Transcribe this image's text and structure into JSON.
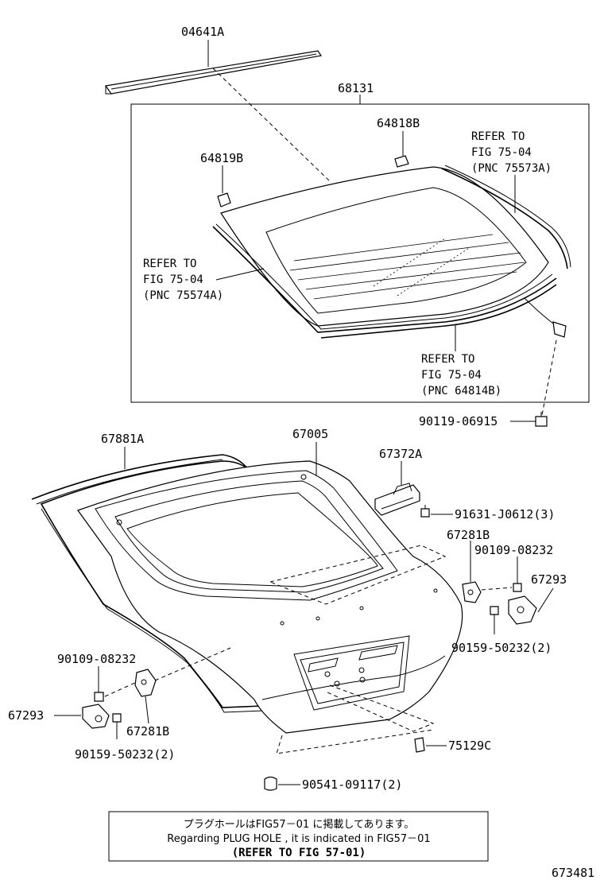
{
  "parts": {
    "p04641A": "04641A",
    "p68131": "68131",
    "p64818B": "64818B",
    "p64819B": "64819B",
    "p67881A": "67881A",
    "p67005": "67005",
    "p67372A": "67372A",
    "p91631": "91631-J0612(3)",
    "p67281B_r": "67281B",
    "p90109_r": "90109-08232",
    "p67293_r": "67293",
    "p90159_r": "90159-50232(2)",
    "p90119": "90119-06915",
    "p90109_l": "90109-08232",
    "p67293_l": "67293",
    "p67281B_l": "67281B",
    "p90159_l": "90159-50232(2)",
    "p75129C": "75129C",
    "p90541": "90541-09117(2)"
  },
  "refs": {
    "r1": [
      "REFER TO",
      "FIG 75-04",
      "(PNC 75573A)"
    ],
    "r2": [
      "REFER TO",
      "FIG 75-04",
      "(PNC 75574A)"
    ],
    "r3": [
      "REFER TO",
      "FIG 75-04",
      "(PNC 64814B)"
    ]
  },
  "note": {
    "line1": "プラグホールはFIG57－01 に掲載してあります。",
    "line2": "Regarding PLUG HOLE , it is indicated in FIG57－01",
    "line3": "(REFER TO FIG 57-01)"
  },
  "figure_id": "673481"
}
